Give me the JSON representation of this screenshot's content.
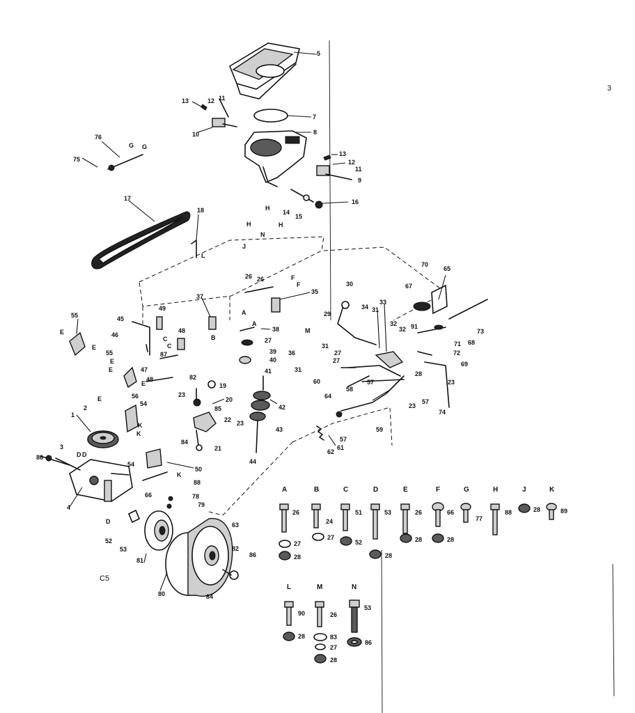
{
  "page_number": "3",
  "drawing_code": "C5",
  "callouts": [
    {
      "id": "c5",
      "text": "5"
    },
    {
      "id": "c7",
      "text": "7"
    },
    {
      "id": "c8",
      "text": "8"
    },
    {
      "id": "c9",
      "text": "9"
    },
    {
      "id": "c10",
      "text": "10"
    },
    {
      "id": "c11a",
      "text": "11"
    },
    {
      "id": "c11b",
      "text": "11"
    },
    {
      "id": "c12a",
      "text": "12"
    },
    {
      "id": "c12b",
      "text": "12"
    },
    {
      "id": "c13a",
      "text": "13"
    },
    {
      "id": "c13b",
      "text": "13"
    },
    {
      "id": "c14",
      "text": "14"
    },
    {
      "id": "c15",
      "text": "15"
    },
    {
      "id": "c16",
      "text": "16"
    },
    {
      "id": "c17",
      "text": "17"
    },
    {
      "id": "c18",
      "text": "18"
    },
    {
      "id": "c75",
      "text": "75"
    },
    {
      "id": "c76",
      "text": "76"
    },
    {
      "id": "cG1",
      "text": "G"
    },
    {
      "id": "cG2",
      "text": "G"
    },
    {
      "id": "cH1",
      "text": "H"
    },
    {
      "id": "cH2",
      "text": "H"
    },
    {
      "id": "cH3",
      "text": "H"
    },
    {
      "id": "cN",
      "text": "N"
    },
    {
      "id": "cJ",
      "text": "J"
    },
    {
      "id": "cL",
      "text": "L"
    },
    {
      "id": "c26a",
      "text": "26"
    },
    {
      "id": "c26b",
      "text": "26"
    },
    {
      "id": "c35",
      "text": "35"
    },
    {
      "id": "c30",
      "text": "30"
    },
    {
      "id": "c29",
      "text": "29"
    },
    {
      "id": "cFa",
      "text": "F"
    },
    {
      "id": "cFb",
      "text": "F"
    },
    {
      "id": "c37",
      "text": "37"
    },
    {
      "id": "cB",
      "text": "B"
    },
    {
      "id": "cA1",
      "text": "A"
    },
    {
      "id": "cA2",
      "text": "A"
    },
    {
      "id": "c38",
      "text": "38"
    },
    {
      "id": "c36",
      "text": "36"
    },
    {
      "id": "cM",
      "text": "M"
    },
    {
      "id": "c27a",
      "text": "27"
    },
    {
      "id": "c39",
      "text": "39"
    },
    {
      "id": "c40",
      "text": "40"
    },
    {
      "id": "c41",
      "text": "41"
    },
    {
      "id": "c42",
      "text": "42"
    },
    {
      "id": "c43",
      "text": "43"
    },
    {
      "id": "c44",
      "text": "44"
    },
    {
      "id": "c45",
      "text": "45"
    },
    {
      "id": "c46",
      "text": "46"
    },
    {
      "id": "c47",
      "text": "47"
    },
    {
      "id": "c48",
      "text": "48"
    },
    {
      "id": "c49",
      "text": "49"
    },
    {
      "id": "c48b",
      "text": "48"
    },
    {
      "id": "c87a",
      "text": "87"
    },
    {
      "id": "cC",
      "text": "C"
    },
    {
      "id": "cC2",
      "text": "C"
    },
    {
      "id": "c55a",
      "text": "55"
    },
    {
      "id": "c55b",
      "text": "55"
    },
    {
      "id": "cE1",
      "text": "E"
    },
    {
      "id": "cE2",
      "text": "E"
    },
    {
      "id": "cE3",
      "text": "E"
    },
    {
      "id": "cE4",
      "text": "E"
    },
    {
      "id": "cE5",
      "text": "E"
    },
    {
      "id": "cE6",
      "text": "E"
    },
    {
      "id": "c82",
      "text": "82"
    },
    {
      "id": "c19",
      "text": "19"
    },
    {
      "id": "c20",
      "text": "20"
    },
    {
      "id": "c23a",
      "text": "23"
    },
    {
      "id": "c85",
      "text": "85"
    },
    {
      "id": "c22",
      "text": "22"
    },
    {
      "id": "c23b",
      "text": "23"
    },
    {
      "id": "c84",
      "text": "84"
    },
    {
      "id": "c21",
      "text": "21"
    },
    {
      "id": "c34",
      "text": "34"
    },
    {
      "id": "c31a",
      "text": "31"
    },
    {
      "id": "c33",
      "text": "33"
    },
    {
      "id": "c31b",
      "text": "31"
    },
    {
      "id": "c31c",
      "text": "31"
    },
    {
      "id": "c32a",
      "text": "32"
    },
    {
      "id": "c32b",
      "text": "32"
    },
    {
      "id": "c27b",
      "text": "27"
    },
    {
      "id": "c27c",
      "text": "27"
    },
    {
      "id": "c60",
      "text": "60"
    },
    {
      "id": "c58",
      "text": "58"
    },
    {
      "id": "c57a",
      "text": "57"
    },
    {
      "id": "c57b",
      "text": "57"
    },
    {
      "id": "c23c",
      "text": "23"
    },
    {
      "id": "c28a",
      "text": "28"
    },
    {
      "id": "c23d",
      "text": "23"
    },
    {
      "id": "c70",
      "text": "70"
    },
    {
      "id": "c65",
      "text": "65"
    },
    {
      "id": "c67",
      "text": "67"
    },
    {
      "id": "c91",
      "text": "91"
    },
    {
      "id": "c73",
      "text": "73"
    },
    {
      "id": "c68",
      "text": "68"
    },
    {
      "id": "c71",
      "text": "71"
    },
    {
      "id": "c72",
      "text": "72"
    },
    {
      "id": "c69",
      "text": "69"
    },
    {
      "id": "c74",
      "text": "74"
    },
    {
      "id": "c64",
      "text": "64"
    },
    {
      "id": "c59",
      "text": "59"
    },
    {
      "id": "c57c",
      "text": "57"
    },
    {
      "id": "c61",
      "text": "61"
    },
    {
      "id": "c62",
      "text": "62"
    },
    {
      "id": "c1",
      "text": "1"
    },
    {
      "id": "c2",
      "text": "2"
    },
    {
      "id": "c3",
      "text": "3"
    },
    {
      "id": "c4",
      "text": "4"
    },
    {
      "id": "c86",
      "text": "86"
    },
    {
      "id": "cDa",
      "text": "D"
    },
    {
      "id": "cDb",
      "text": "D"
    },
    {
      "id": "cDc",
      "text": "D"
    },
    {
      "id": "c56",
      "text": "56"
    },
    {
      "id": "c54a",
      "text": "54"
    },
    {
      "id": "cK1",
      "text": "K"
    },
    {
      "id": "cK2",
      "text": "K"
    },
    {
      "id": "cK3",
      "text": "K"
    },
    {
      "id": "c54b",
      "text": "54"
    },
    {
      "id": "c50",
      "text": "50"
    },
    {
      "id": "c88",
      "text": "88"
    },
    {
      "id": "c66",
      "text": "66"
    },
    {
      "id": "c78",
      "text": "78"
    },
    {
      "id": "c79",
      "text": "79"
    },
    {
      "id": "c52",
      "text": "52"
    },
    {
      "id": "c53",
      "text": "53"
    },
    {
      "id": "c81",
      "text": "81"
    },
    {
      "id": "c63",
      "text": "63"
    },
    {
      "id": "c82b",
      "text": "82"
    },
    {
      "id": "c80",
      "text": "80"
    },
    {
      "id": "c84b",
      "text": "84"
    },
    {
      "id": "c86b",
      "text": "86"
    }
  ],
  "hardware_legend": [
    {
      "letter": "A",
      "bolt": "26",
      "washer": "27",
      "nut": "28"
    },
    {
      "letter": "B",
      "bolt": "24",
      "washer": "27"
    },
    {
      "letter": "C",
      "bolt": "51",
      "nut": "52"
    },
    {
      "letter": "D",
      "bolt": "53",
      "nut": "28"
    },
    {
      "letter": "E",
      "bolt": "26",
      "nut": "28"
    },
    {
      "letter": "F",
      "bolt": "66",
      "nut": "28"
    },
    {
      "letter": "G",
      "bolt": "77"
    },
    {
      "letter": "H",
      "bolt": "88"
    },
    {
      "letter": "J",
      "nut": "28"
    },
    {
      "letter": "K",
      "bolt": "89"
    },
    {
      "letter": "L",
      "bolt": "90",
      "nut": "28"
    },
    {
      "letter": "M",
      "bolt": "26",
      "washer": "83",
      "washer2": "27",
      "nut": "28"
    },
    {
      "letter": "N",
      "bolt": "53",
      "nut": "86"
    }
  ]
}
